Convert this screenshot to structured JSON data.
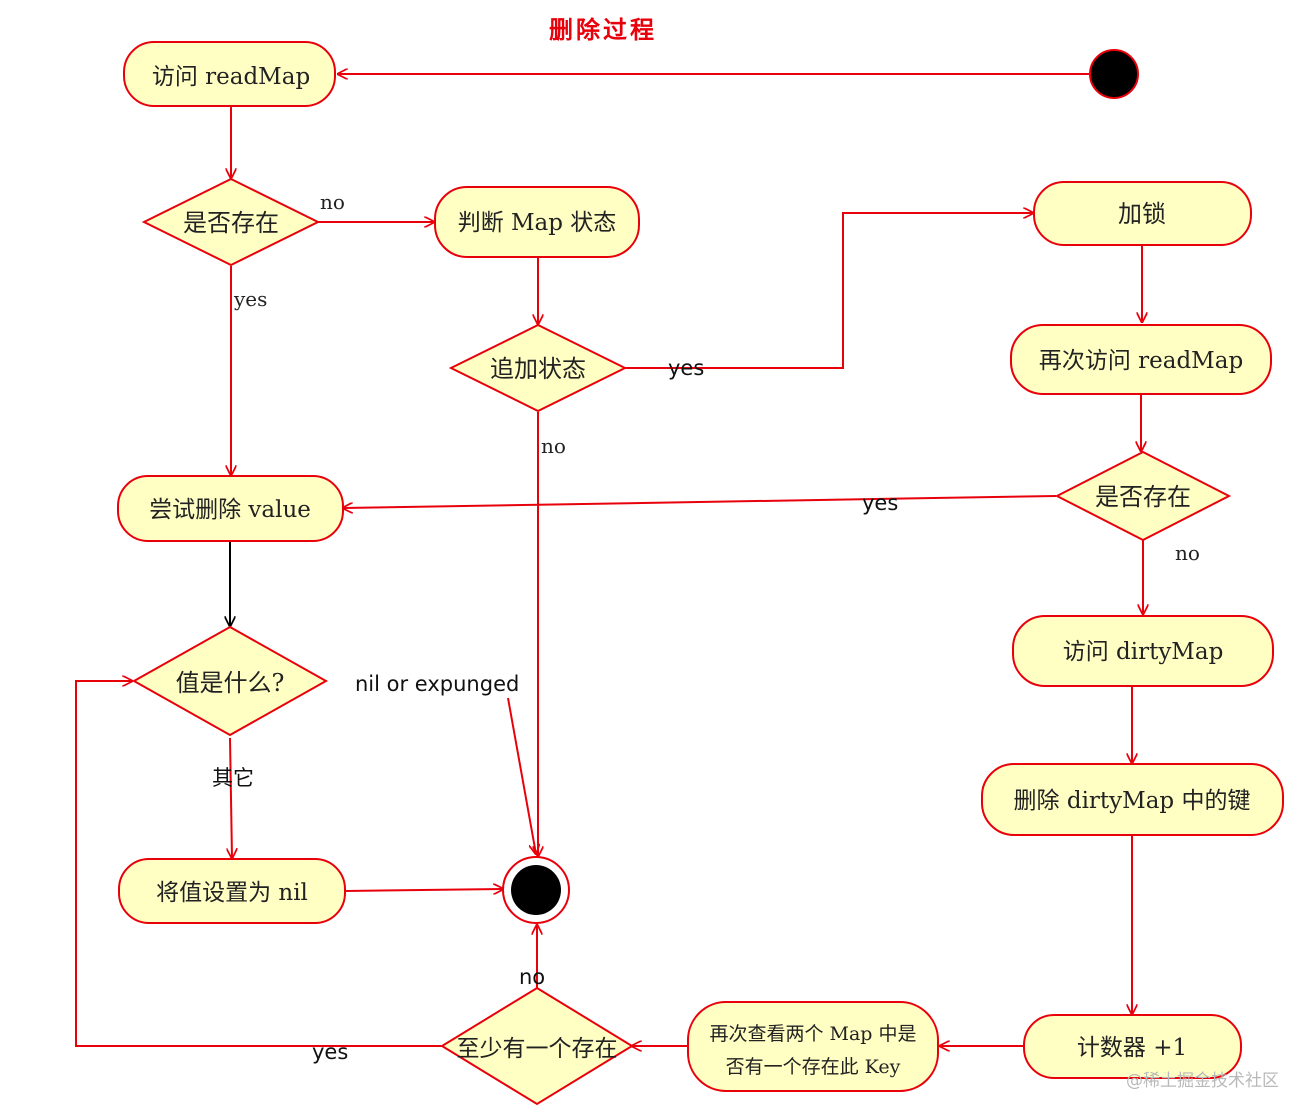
{
  "title": "删除过程",
  "nodes": {
    "access_readmap": "访问 readMap",
    "exists_1": "是否存在",
    "judge_map_state": "判断 Map 状态",
    "amended_state": "追加状态",
    "lock": "加锁",
    "reaccess_readmap": "再次访问 readMap",
    "exists_2": "是否存在",
    "try_delete_value": "尝试删除 value",
    "access_dirtymap": "访问 dirtyMap",
    "value_check": "值是什么?",
    "delete_dirtymap_key": "删除 dirtyMap 中的键",
    "set_nil": "将值设置为 nil",
    "counter": "计数器 +1",
    "recheck_line1": "再次查看两个 Map 中是",
    "recheck_line2": "否有一个存在此 Key",
    "at_least_one": "至少有一个存在"
  },
  "edge_labels": {
    "exists_1_no": "no",
    "exists_1_yes": "yes",
    "amended_yes": "yes",
    "amended_no": "no",
    "exists_2_yes": "yes",
    "exists_2_no": "no",
    "value_nil": "nil or expunged",
    "value_other": "其它",
    "at_least_no": "no",
    "at_least_yes": "yes"
  },
  "watermark": "@稀土掘金技术社区",
  "colors": {
    "stroke": "#e8000b",
    "fill": "#ffffc4",
    "title": "#e8000b"
  }
}
